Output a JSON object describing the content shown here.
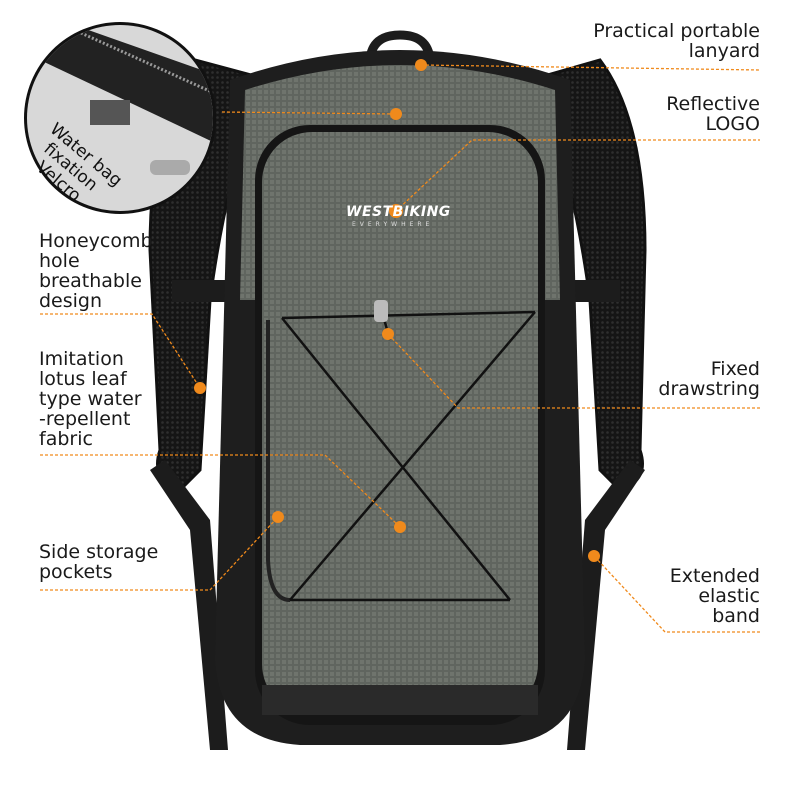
{
  "brand": {
    "logo": "WESTBIKING",
    "tagline": "EVERYWHERE"
  },
  "colors": {
    "accent": "#f08a1c",
    "body": "#5e635d",
    "strap": "#1c1c1c"
  },
  "inset": {
    "lines": [
      "Water bag",
      "fixation",
      "Velcro"
    ]
  },
  "callouts": {
    "lanyard": [
      "Practical portable",
      "lanyard"
    ],
    "logo": [
      "Reflective",
      "LOGO"
    ],
    "honeycomb": [
      "Honeycomb",
      "hole",
      "breathable",
      "design"
    ],
    "drawstring": [
      "Fixed",
      "drawstring"
    ],
    "fabric": [
      "Imitation",
      "lotus leaf",
      "type water",
      "-repellent",
      "fabric"
    ],
    "pockets": [
      "Side storage",
      "pockets"
    ],
    "elastic": [
      "Extended",
      "elastic",
      "band"
    ]
  }
}
